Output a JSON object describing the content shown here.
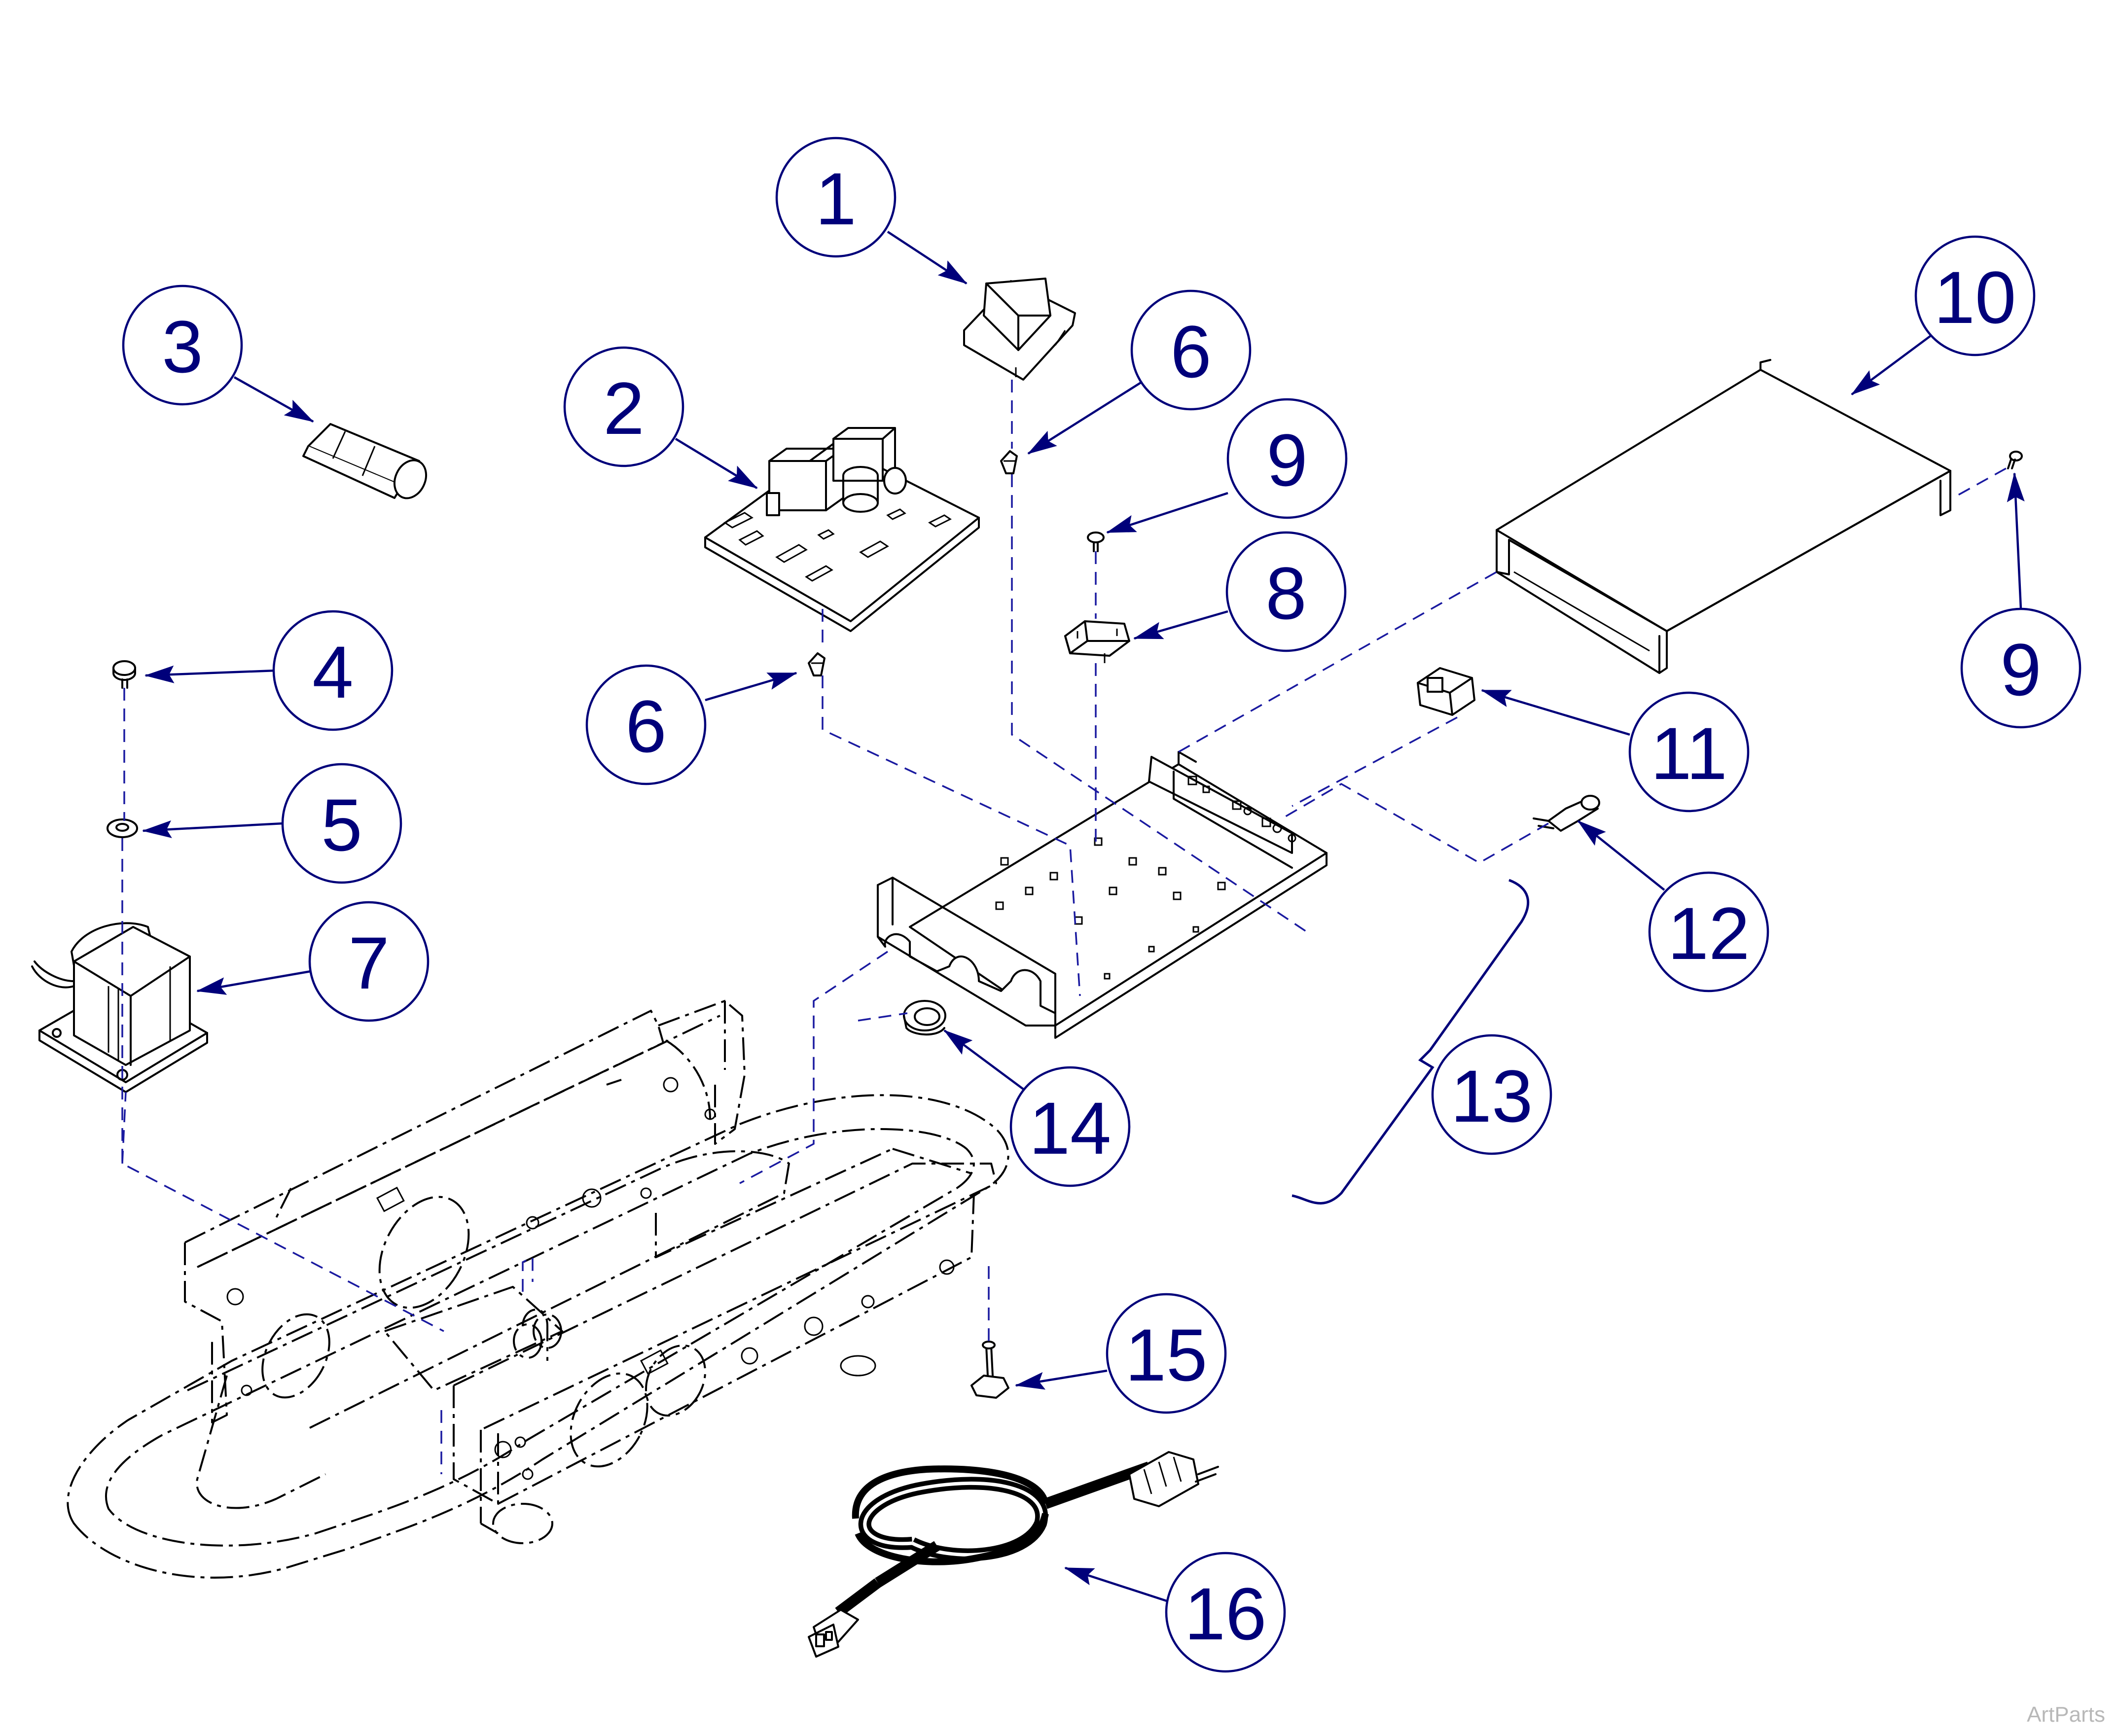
{
  "diagram": {
    "callouts": [
      {
        "id": "c1",
        "label": "1"
      },
      {
        "id": "c2",
        "label": "2"
      },
      {
        "id": "c3",
        "label": "3"
      },
      {
        "id": "c4",
        "label": "4"
      },
      {
        "id": "c5",
        "label": "5"
      },
      {
        "id": "c6a",
        "label": "6"
      },
      {
        "id": "c6b",
        "label": "6"
      },
      {
        "id": "c7",
        "label": "7"
      },
      {
        "id": "c8",
        "label": "8"
      },
      {
        "id": "c9a",
        "label": "9"
      },
      {
        "id": "c9b",
        "label": "9"
      },
      {
        "id": "c10",
        "label": "10"
      },
      {
        "id": "c11",
        "label": "11"
      },
      {
        "id": "c12",
        "label": "12"
      },
      {
        "id": "c13",
        "label": "13"
      },
      {
        "id": "c14",
        "label": "14"
      },
      {
        "id": "c15",
        "label": "15"
      },
      {
        "id": "c16",
        "label": "16"
      }
    ]
  },
  "watermark": "ArtParts",
  "colors": {
    "callout": "#00007a",
    "part_lines": "#000000",
    "background": "#ffffff"
  }
}
